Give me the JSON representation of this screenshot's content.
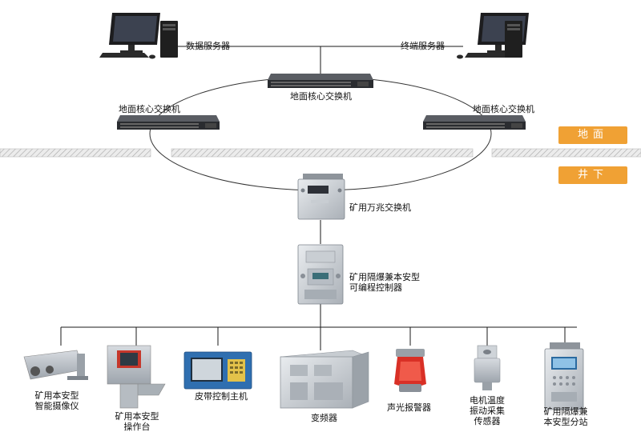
{
  "labels": {
    "data_server": "数据服务器",
    "terminal_server": "终端服务器",
    "core_switch_top": "地面核心交换机",
    "core_switch_left": "地面核心交换机",
    "core_switch_right": "地面核心交换机",
    "mine_switch": "矿用万兆交换机",
    "plc_line1": "矿用隔爆兼本安型",
    "plc_line2": "可编程控制器",
    "camera_line1": "矿用本安型",
    "camera_line2": "智能摄像仪",
    "console_line1": "矿用本安型",
    "console_line2": "操作台",
    "belt_host": "皮带控制主机",
    "inverter": "变频器",
    "alarm": "声光报警器",
    "sensor_line1": "电机温度",
    "sensor_line2": "振动采集",
    "sensor_line3": "传感器",
    "substation_line1": "矿用隔爆兼",
    "substation_line2": "本安型分站"
  },
  "badges": {
    "surface": "地面",
    "underground": "井下"
  },
  "colors": {
    "badge": "#f0a134",
    "line": "#1a1a1a",
    "ground": "#d9d9d9",
    "ring": "#333333"
  }
}
